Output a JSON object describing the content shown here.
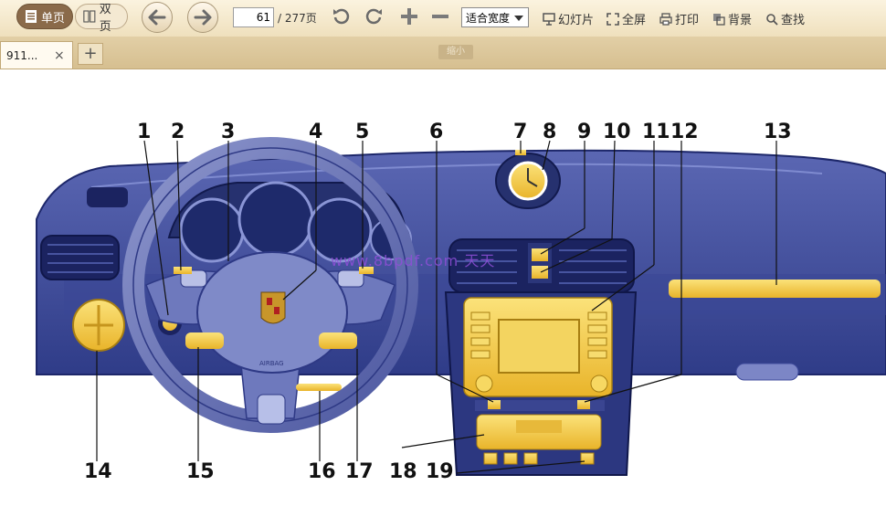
{
  "toolbar": {
    "single_page_label": "单页",
    "double_page_label": "双页",
    "back_icon": "arrow-left-icon",
    "forward_icon": "arrow-right-icon",
    "page_current": "61",
    "page_total": "/ 277页",
    "zoom_value": "适合宽度",
    "slideshow_label": "幻灯片",
    "fullscreen_label": "全屏",
    "print_label": "打印",
    "background_label": "背景",
    "find_label": "查找"
  },
  "tabs": {
    "items": [
      {
        "label": "911...",
        "close": "×"
      }
    ],
    "add_label": "+",
    "hint": "缩小"
  },
  "document": {
    "watermark": "www.8bpdf.com 天天",
    "callouts": [
      "1",
      "2",
      "3",
      "4",
      "5",
      "6",
      "7",
      "8",
      "9",
      "10",
      "11",
      "12",
      "13",
      "14",
      "15",
      "16",
      "17",
      "18",
      "19"
    ],
    "steering_text": "AIRBAG",
    "colors": {
      "dash": "#3e4c9c",
      "dash_dark": "#232f72",
      "highlight": "#f5c93b"
    }
  }
}
